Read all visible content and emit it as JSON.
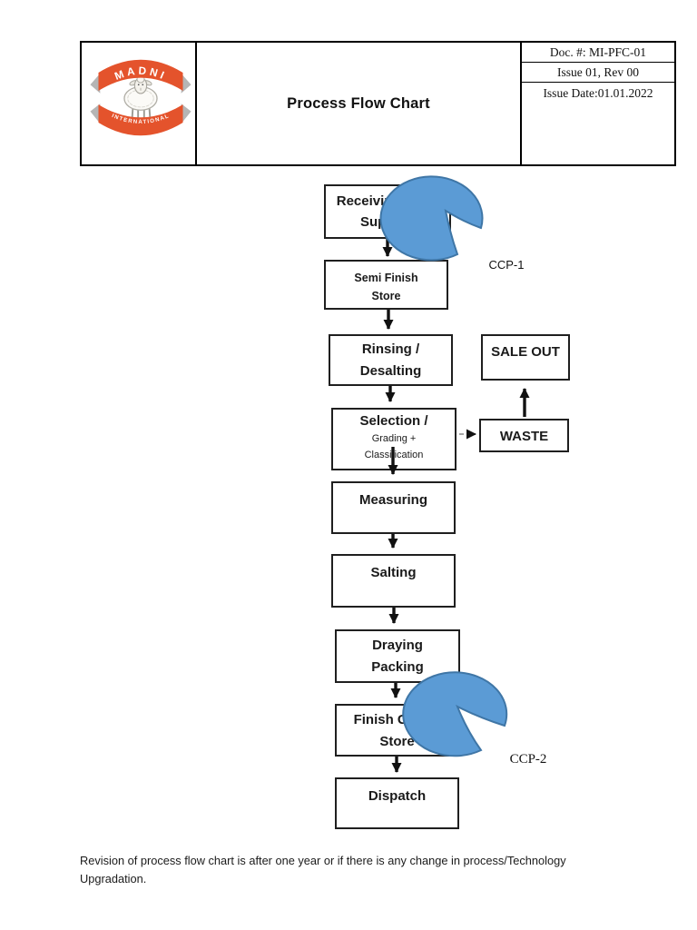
{
  "document": {
    "header": {
      "logo": {
        "arc_top": "MADNI",
        "arc_bottom": "INTERNATIONAL"
      },
      "title": "Process Flow Chart",
      "doc_number": "Doc. #: MI-PFC-01",
      "issue_rev": "Issue 01, Rev 00",
      "issue_date": "Issue Date:01.01.2022"
    },
    "footer_note": "Revision of process flow chart is after one year or if there is any change in process/Technology Upgradation."
  },
  "flowchart": {
    "boxes": [
      {
        "id": "receiving",
        "line1": "Receiving From",
        "line2": "Supplier"
      },
      {
        "id": "semi-finish",
        "line1": "Semi Finish",
        "line2": "Store"
      },
      {
        "id": "rinsing",
        "line1": "Rinsing /",
        "line2": "Desalting"
      },
      {
        "id": "sale-out",
        "line1": "SALE OUT"
      },
      {
        "id": "selection",
        "line1": "Selection /",
        "line2": "Grading +",
        "line3": "Classification"
      },
      {
        "id": "waste",
        "line1": "WASTE"
      },
      {
        "id": "measuring",
        "line1": "Measuring"
      },
      {
        "id": "salting",
        "line1": "Salting"
      },
      {
        "id": "draying",
        "line1": "Draying",
        "line2": "Packing"
      },
      {
        "id": "finish-goods",
        "line1": "Finish Goods",
        "line2": "Store"
      },
      {
        "id": "dispatch",
        "line1": "Dispatch"
      }
    ],
    "callouts": {
      "ccp1": "CCP-1",
      "ccp2": "CCP-2"
    }
  },
  "colors": {
    "logo_orange": "#e4532c",
    "ribbon_gray": "#b5b5b5",
    "callout_fill": "#5b9bd5",
    "callout_border": "#3f76a6",
    "box_border": "#1f1f1f"
  }
}
